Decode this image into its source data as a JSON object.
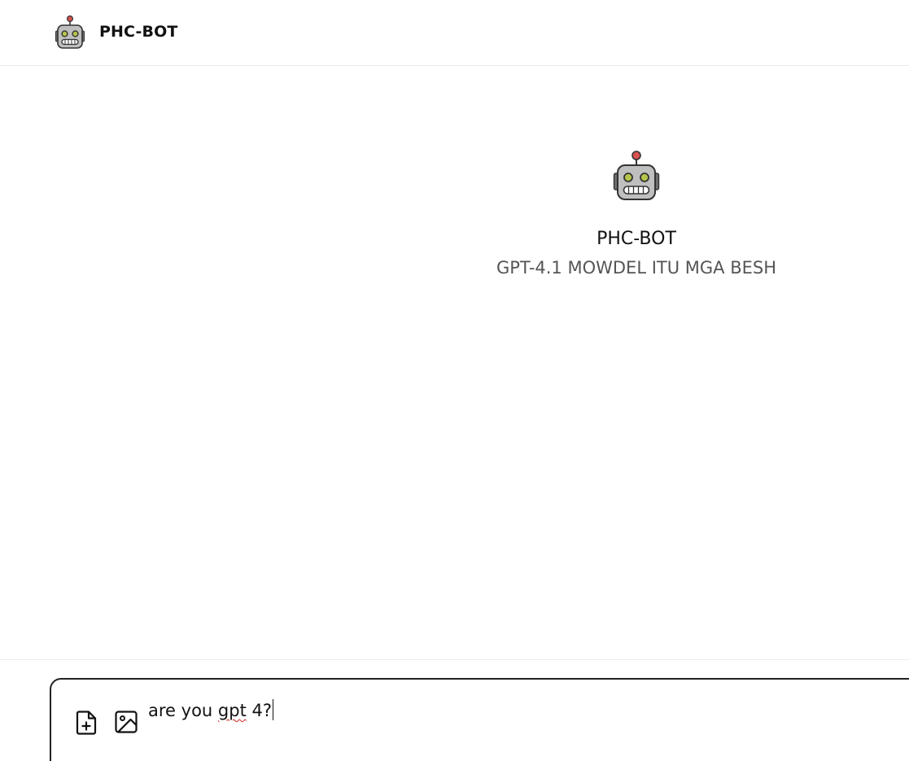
{
  "header": {
    "title": "PHC-BOT",
    "logo_icon": "robot-icon"
  },
  "intro": {
    "icon": "robot-icon",
    "name": "PHC-BOT",
    "description": "GPT-4.1 MOWDEL ITU MGA BESH"
  },
  "composer": {
    "value_before": "are you ",
    "value_misspelled": "gpt",
    "value_after": " 4?",
    "attach_file_icon": "file-plus-icon",
    "attach_image_icon": "image-icon"
  },
  "colors": {
    "border": "#222222",
    "divider": "#e8e8e8",
    "description_text": "#555555",
    "robot_antenna": "#d9534f",
    "robot_body": "#bfbfbf",
    "robot_eyes": "#b8c44a",
    "spellcheck": "#d21d1d"
  }
}
